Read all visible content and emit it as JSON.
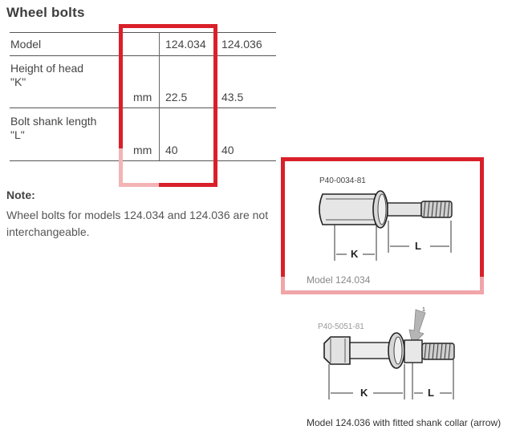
{
  "title": "Wheel bolts",
  "table": {
    "header": {
      "label": "Model",
      "unit": "",
      "values": [
        "124.034",
        "124.036"
      ]
    },
    "rows": [
      {
        "label_line1": "Height of head",
        "label_line2": "\"K\"",
        "unit": "mm",
        "values": [
          "22.5",
          "43.5"
        ]
      },
      {
        "label_line1": "Bolt shank length",
        "label_line2": "\"L\"",
        "unit": "mm",
        "values": [
          "40",
          "40"
        ]
      }
    ]
  },
  "note": {
    "title": "Note:",
    "body": "Wheel bolts for models 124.034 and 124.036 are not interchangeable."
  },
  "figures": [
    {
      "part_number": "P40-0034-81",
      "caption": "Model 124.034",
      "dim_k": "K",
      "dim_l": "L"
    },
    {
      "part_number": "P40-5051-81",
      "caption": "Model 124.036 with fitted shank collar (arrow)",
      "arrow_label": "1",
      "dim_k": "K",
      "dim_l": "L"
    }
  ],
  "highlights": {
    "color": "#d9202a",
    "faded_color": "#f0a5a8"
  }
}
